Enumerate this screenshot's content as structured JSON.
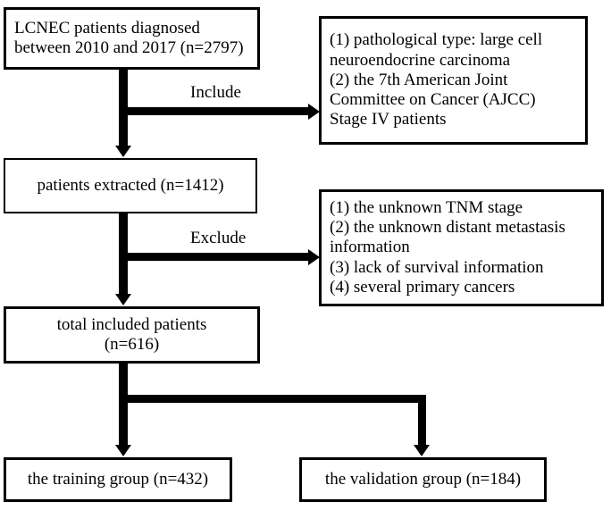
{
  "diagram": {
    "title": "LCNEC patient selection flowchart",
    "type": "flowchart",
    "line_color": "#000000",
    "background_color": "#ffffff"
  },
  "nodes": {
    "source_cohort": {
      "label": "LCNEC patients diagnosed\nbetween 2010 and 2017 (n=2797)",
      "count": 2797
    },
    "include_criteria": {
      "label": "(1) pathological type: large cell\nneuroendocrine carcinoma\n(2) the 7th American Joint\nCommittee on Cancer (AJCC)\nStage IV patients"
    },
    "extracted": {
      "label": "patients extracted (n=1412)",
      "count": 1412
    },
    "exclude_criteria": {
      "label": "(1) the unknown TNM stage\n(2) the unknown distant metastasis\ninformation\n(3) lack of survival information\n(4) several primary cancers"
    },
    "total_included": {
      "label": "total included patients\n(n=616)",
      "count": 616
    },
    "training_group": {
      "label": "the training group (n=432)",
      "count": 432
    },
    "validation_group": {
      "label": "the validation group (n=184)",
      "count": 184
    }
  },
  "edges": {
    "include_label": "Include",
    "exclude_label": "Exclude"
  }
}
